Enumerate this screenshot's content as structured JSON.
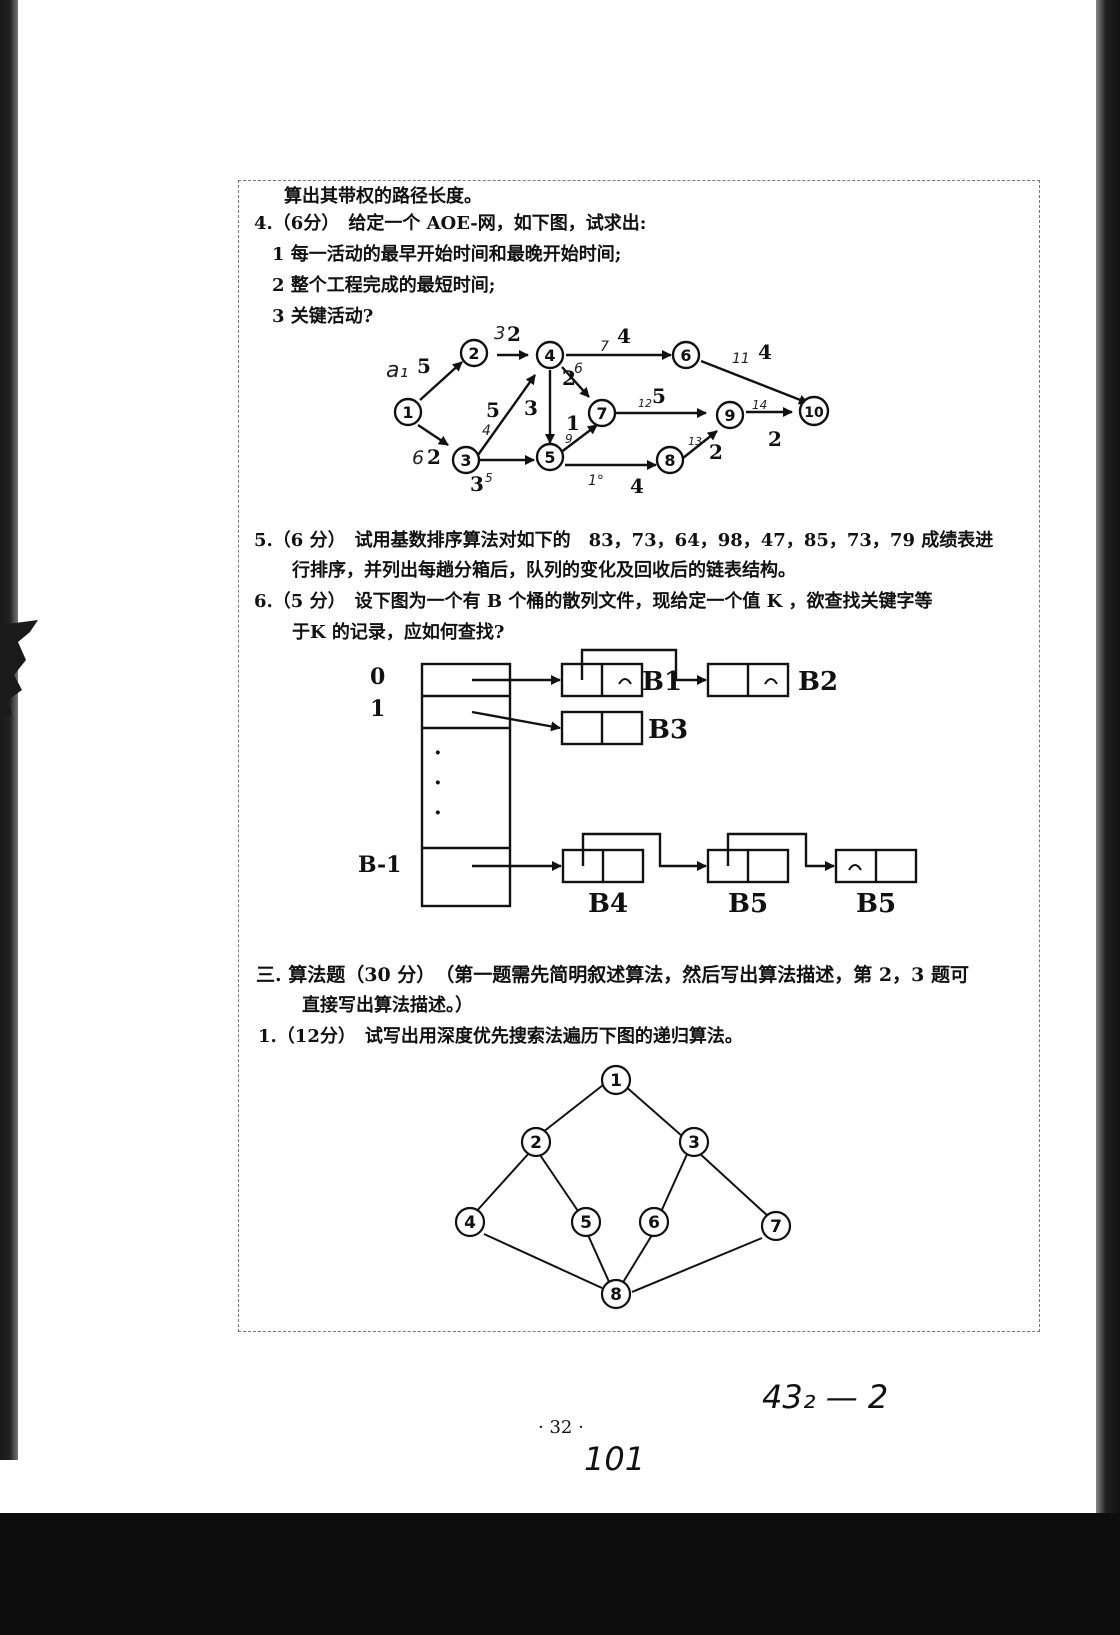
{
  "page": {
    "continued_line": "算出其带权的路径长度。",
    "q4": {
      "head": "4.（6分）　给定一个 AOE-网，如下图，试求出:",
      "items": [
        "1 每一活动的最早开始时间和最晚开始时间;",
        "2 整个工程完成的最短时间;",
        "3 关键活动?"
      ]
    },
    "aoe_graph": {
      "nodes": [
        "1",
        "2",
        "3",
        "4",
        "5",
        "6",
        "7",
        "8",
        "9",
        "10"
      ],
      "edge_labels": [
        "5",
        "2",
        "2",
        "4",
        "2",
        "5",
        "3",
        "1",
        "5",
        "4",
        "4",
        "2",
        "2",
        "3"
      ],
      "handwritten": [
        "a₁",
        "6",
        "3",
        "7",
        "6",
        "11",
        "12",
        "14",
        "13",
        "4",
        "1°",
        "5",
        "9"
      ]
    },
    "q5": {
      "line1": "5.（6 分）　试用基数排序算法对如下的　83，73，64，98，47，85，73，79 成绩表进",
      "line2": "行排序，并列出每趟分箱后，队列的变化及回收后的链表结构。"
    },
    "q6": {
      "line1": "6.（5 分）　设下图为一个有 B 个桶的散列文件，现给定一个值 K ，欲查找关键字等",
      "line2": "于K 的记录，应如何查找?"
    },
    "hash_diagram": {
      "index_labels": [
        "0",
        "1",
        "B-1"
      ],
      "bucket_labels": [
        "B1",
        "B2",
        "B3",
        "B4",
        "B5",
        "B5"
      ],
      "dots": [
        "·",
        "·",
        "·"
      ]
    },
    "section3": {
      "line1": "三. 算法题（30 分）　（第一题需先简明叙述算法，然后写出算法描述，第 2，3 题可",
      "line2": "直接写出算法描述。）"
    },
    "q1": "1.（12分）　试写出用深度优先搜索法遍历下图的递归算法。",
    "dfs_graph": {
      "nodes": [
        "1",
        "2",
        "3",
        "4",
        "5",
        "6",
        "7",
        "8"
      ]
    },
    "page_number": "· 32 ·",
    "handwritten_footer": {
      "right": "43₂ — 2",
      "below": "101"
    }
  }
}
